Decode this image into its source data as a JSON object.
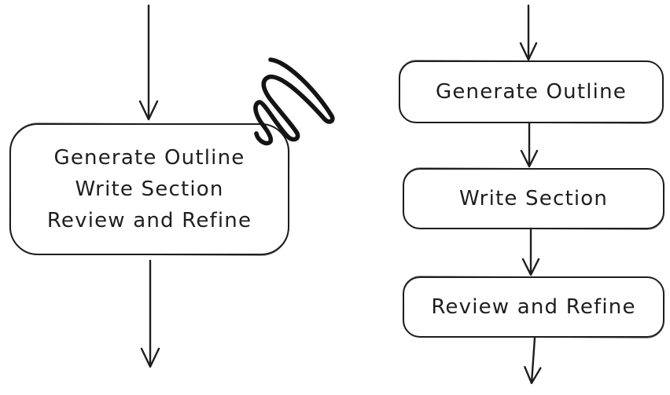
{
  "diagram": {
    "background_color": "#ffffff",
    "stroke_color": "#1e1e1e",
    "left_flow": {
      "combined_node_lines": [
        "Generate Outline",
        "Write Section",
        "Review and Refine"
      ]
    },
    "right_flow": {
      "nodes": [
        "Generate Outline",
        "Write Section",
        "Review and Refine"
      ]
    },
    "icons": {
      "scribble": "emphasis-scribble-mark",
      "connector": "down-arrow"
    }
  }
}
